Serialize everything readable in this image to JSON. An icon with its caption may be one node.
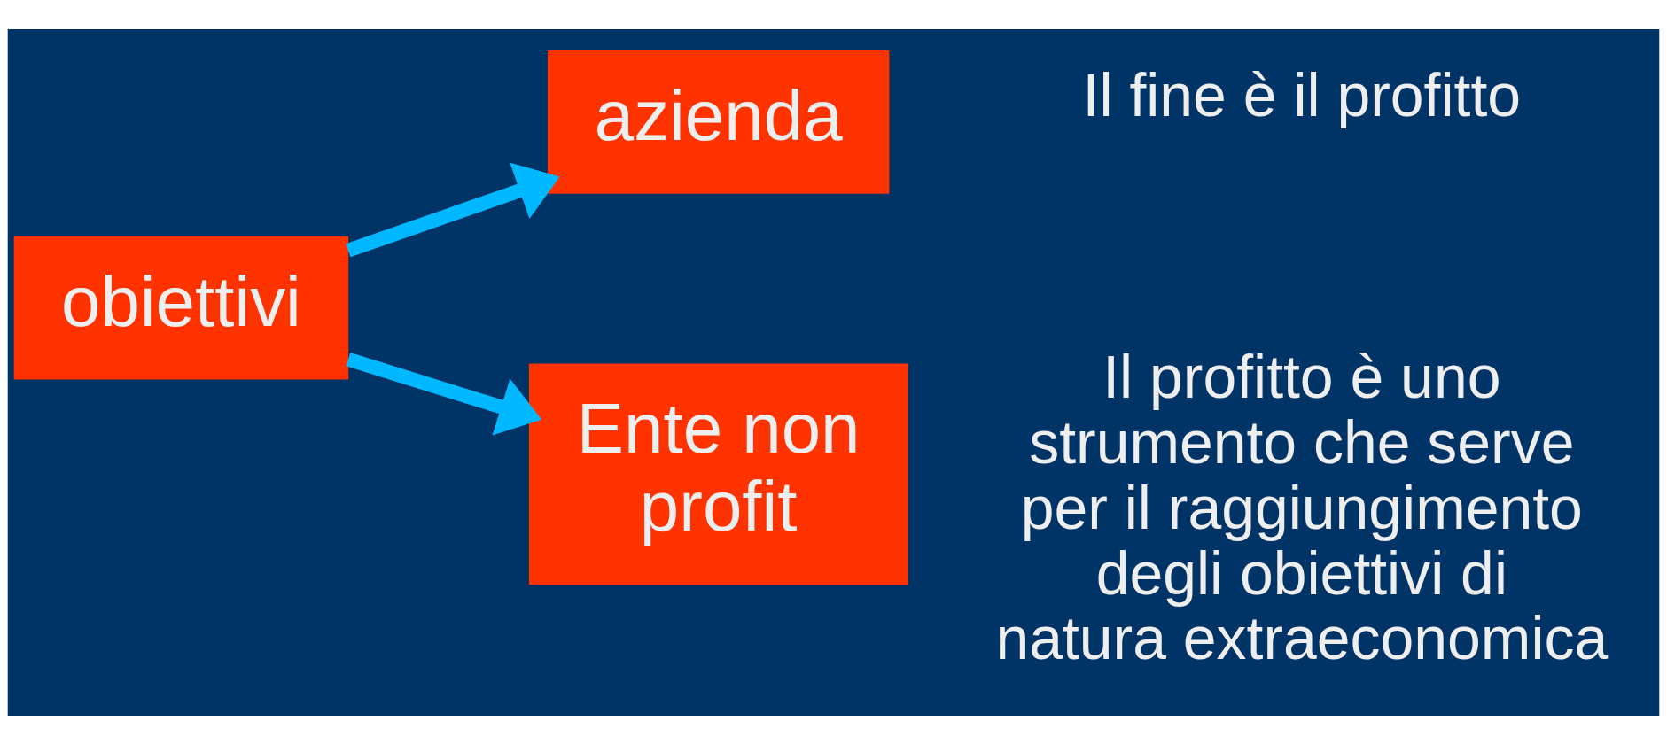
{
  "diagram": {
    "nodes": [
      {
        "text": [
          "obiettivi"
        ]
      },
      {
        "text": [
          "azienda"
        ],
        "beside": [
          "Il fine è il profitto"
        ]
      },
      {
        "text": [
          "Ente non profit"
        ],
        "beside": [
          "Il profitto è uno strumento che serve per il raggiungimento degli obiettivi di natura extraeconomica"
        ]
      }
    ],
    "edges": [
      {
        "from": 0,
        "to": 1,
        "arrow": "to"
      },
      {
        "from": 0,
        "to": 2,
        "arrow": "to"
      }
    ]
  }
}
